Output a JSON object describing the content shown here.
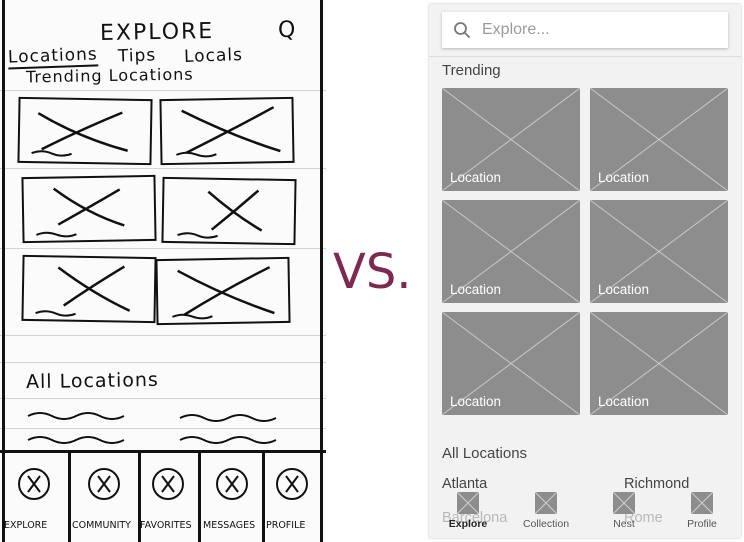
{
  "sketch": {
    "title": "EXPLORE",
    "search_glyph": "Q",
    "tabs": [
      "Locations",
      "Tips",
      "Locals"
    ],
    "subtitle": "Trending Locations",
    "section_all": "All Locations",
    "nav_labels": [
      "EXPLORE",
      "COMMUNITY",
      "FAVORITES",
      "MESSAGES",
      "PROFILE"
    ]
  },
  "vs_label": "VS.",
  "wireframe": {
    "search": {
      "placeholder": "Explore...",
      "icon": "search-icon"
    },
    "trending": {
      "title": "Trending",
      "tiles": [
        {
          "label": "Location"
        },
        {
          "label": "Location"
        },
        {
          "label": "Location"
        },
        {
          "label": "Location"
        },
        {
          "label": "Location"
        },
        {
          "label": "Location"
        }
      ]
    },
    "all_locations": {
      "title": "All Locations",
      "items": [
        "Atlanta",
        "Richmond",
        "Barcelona",
        "Rome"
      ]
    },
    "nav": [
      {
        "label": "Explore",
        "active": true,
        "icon": "placeholder-image-icon"
      },
      {
        "label": "Collection",
        "active": false,
        "icon": "placeholder-image-icon"
      },
      {
        "label": "Nest",
        "active": false,
        "icon": "placeholder-image-icon"
      },
      {
        "label": "Profile",
        "active": false,
        "icon": "placeholder-image-icon"
      }
    ],
    "colors": {
      "tile": "#8d8d8d",
      "background": "#f2f2f2",
      "vs": "#7d2a53"
    }
  }
}
